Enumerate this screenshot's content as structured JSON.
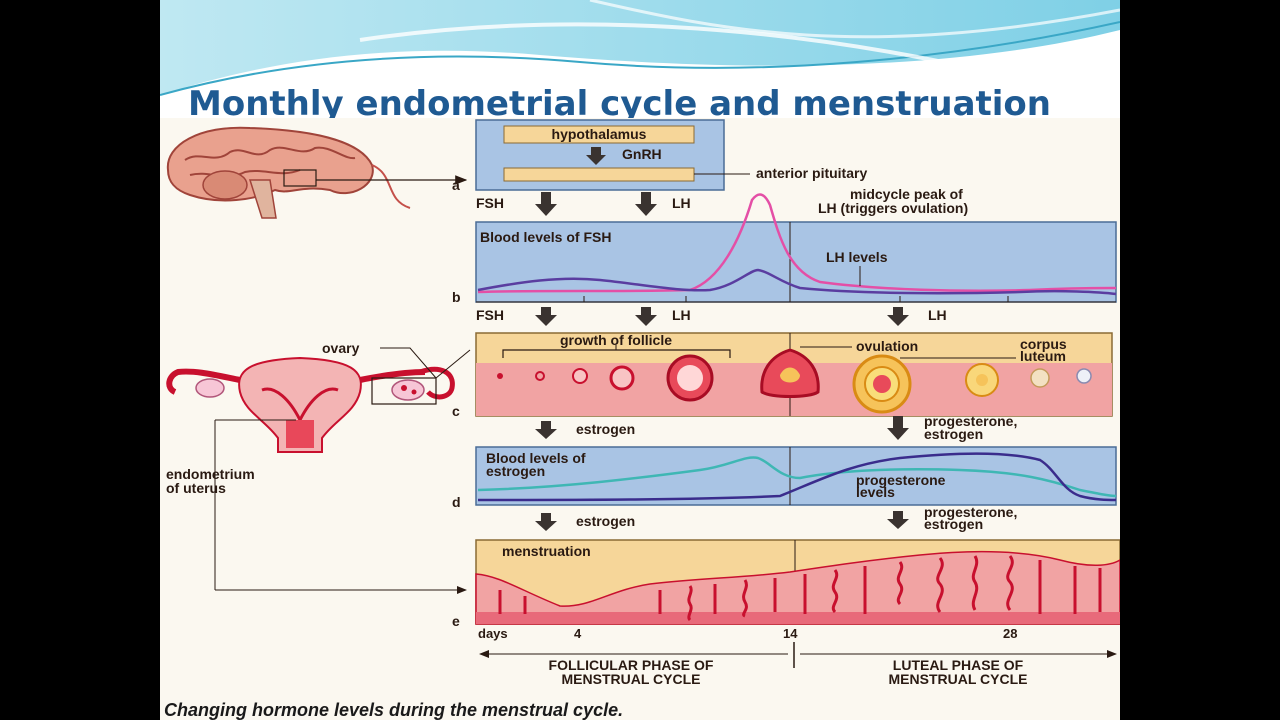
{
  "slide": {
    "title": "Monthly endometrial cycle and menstruation",
    "accent_color": "#1f5a92"
  },
  "figure": {
    "panel_letters": [
      "a",
      "b",
      "c",
      "d",
      "e"
    ],
    "hypothalamus": "hypothalamus",
    "gnrh": "GnRH",
    "anterior_pituitary": "anterior pituitary",
    "fsh": "FSH",
    "lh": "LH",
    "midcycle_peak_line1": "midcycle peak of",
    "midcycle_peak_line2": "LH (triggers ovulation)",
    "blood_fsh": "Blood levels of FSH",
    "lh_levels": "LH levels",
    "ovary": "ovary",
    "growth_of_follicle": "growth of follicle",
    "ovulation": "ovulation",
    "corpus": "corpus",
    "luteum": "luteum",
    "estrogen": "estrogen",
    "progesterone_estrogen_line1": "progesterone,",
    "progesterone_estrogen_line2": "estrogen",
    "blood_estrogen_line1": "Blood levels of",
    "blood_estrogen_line2": "estrogen",
    "progesterone_levels_line1": "progesterone",
    "progesterone_levels_line2": "levels",
    "endometrium_line1": "endometrium",
    "endometrium_line2": "of uterus",
    "menstruation": "menstruation",
    "days": "days",
    "day_ticks": [
      "4",
      "14",
      "28"
    ],
    "follicular_line1": "FOLLICULAR PHASE OF",
    "follicular_line2": "MENSTRUAL CYCLE",
    "luteal_line1": "LUTEAL PHASE OF",
    "luteal_line2": "MENSTRUAL CYCLE",
    "caption": "Changing hormone levels during the menstrual cycle.",
    "colors": {
      "panel_blue": "#a9c4e4",
      "panel_tan": "#f6d699",
      "tissue_pink": "#f1a3a3",
      "tissue_red": "#c8102e",
      "fsh_curve": "#5a3da0",
      "lh_curve": "#e44fa6",
      "estrogen_curve": "#3fb7b4",
      "progesterone_curve": "#3a2c8c"
    }
  }
}
